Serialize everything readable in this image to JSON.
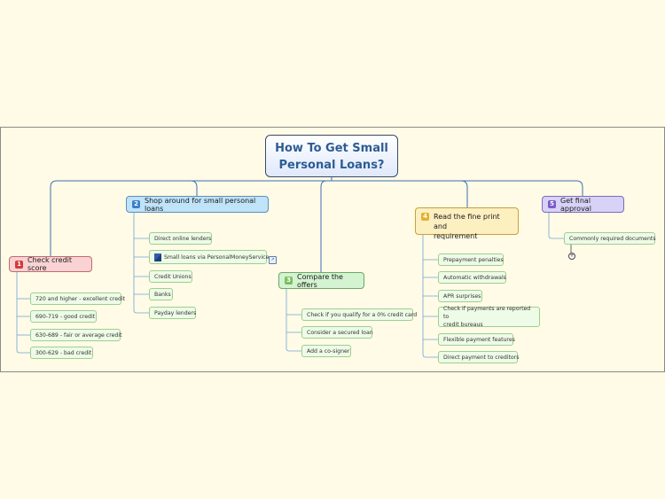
{
  "root": {
    "title_line1": "How To Get Small",
    "title_line2": "Personal Loans?"
  },
  "branches": {
    "check_credit": {
      "number": "1",
      "label": "Check credit score",
      "color": "#f9d2d4",
      "badge": "#d53a3a",
      "items": [
        "720 and higher - excellent credit",
        "690-719 - good credit",
        "630-689 - fair or average credit",
        "300-629 - bad credit"
      ]
    },
    "shop_around": {
      "number": "2",
      "label": "Shop around for small personal loans",
      "color": "#bfe3f8",
      "badge": "#3a80c8",
      "items": [
        "Direct online lenders",
        "Small loans via PersonalMoneyService",
        "Credit Unions",
        "Banks",
        "Payday lenders"
      ]
    },
    "compare": {
      "number": "3",
      "label": "Compare the offers",
      "color": "#d4f3d0",
      "badge": "#7bbf5c",
      "items": [
        "Check if you qualify for a 0% credit card",
        "Consider a secured loan",
        "Add a co-signer"
      ]
    },
    "fine_print": {
      "number": "4",
      "label_line1": "Read the fine print and",
      "label_line2": "requirement",
      "color": "#fcefc0",
      "badge": "#e2b230",
      "items": [
        "Prepayment penalties",
        "Automatic withdrawals",
        "APR surprises",
        "Check if payments are reported to",
        "credit bureaus",
        "Flexible payment features",
        "Direct payment to creditors"
      ]
    },
    "final": {
      "number": "5",
      "label": "Get final approval",
      "color": "#d8d2f6",
      "badge": "#7a5cc8",
      "items": [
        "Commonly required documents"
      ]
    }
  },
  "icons": {
    "link": "link-icon",
    "pms": "personalmoneyservice-icon",
    "collapse": "collapse-toggle-icon"
  }
}
